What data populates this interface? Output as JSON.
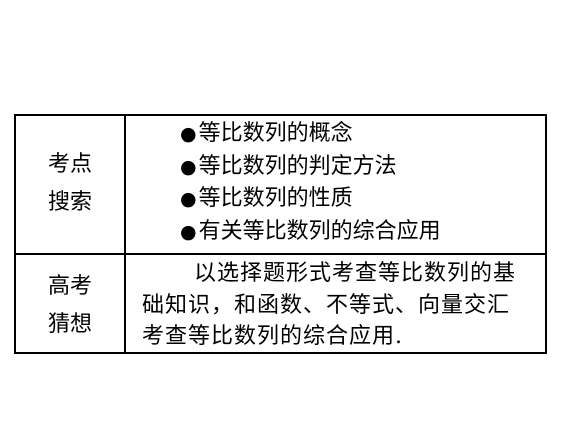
{
  "rows": [
    {
      "label_lines": [
        "考点",
        "搜索"
      ],
      "bullet": "●",
      "items": [
        "等比数列的概念",
        "等比数列的判定方法",
        "等比数列的性质",
        "有关等比数列的综合应用"
      ]
    },
    {
      "label_lines": [
        "高考",
        "猜想"
      ],
      "paragraph_lines": [
        "以选择题形式考查等比数列的基",
        "础知识，和函数、不等式、向量交汇",
        "考查等比数列的综合应用."
      ]
    }
  ]
}
